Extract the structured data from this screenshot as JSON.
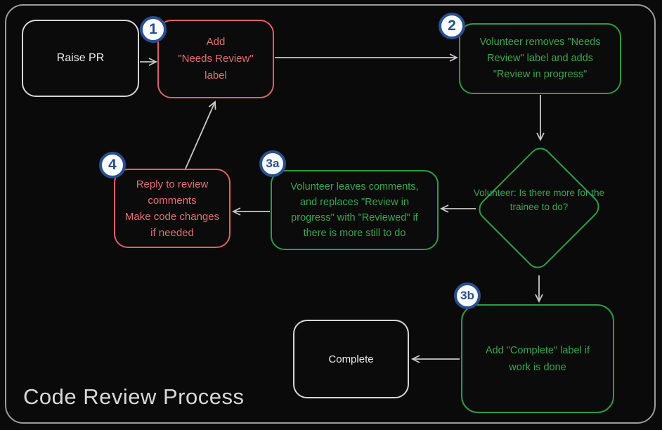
{
  "title": "Code Review Process",
  "colors": {
    "background": "#0a0a0a",
    "frame_border": "#9c9c9c",
    "white_node": "#d6d6d6",
    "red_node": "#e0646b",
    "green_node": "#2f9f47",
    "badge_blue": "#2a4f8f",
    "arrow_gray": "#c9c9c9"
  },
  "nodes": {
    "raise_pr": {
      "label": "Raise PR"
    },
    "step1": {
      "badge": "1",
      "lines": [
        "Add",
        "\"Needs Review\"",
        "label"
      ]
    },
    "step2": {
      "badge": "2",
      "lines": [
        "Volunteer removes \"Needs",
        "Review\" label and adds",
        "\"Review in progress\""
      ]
    },
    "decision": {
      "lines": [
        "Volunteer:",
        "Is there more for",
        "the trainee to do?"
      ]
    },
    "step3a": {
      "badge": "3a",
      "lines": [
        "Volunteer leaves comments,",
        "and replaces \"Review in",
        "progress\" with \"Reviewed\" if",
        "there is more still to do"
      ]
    },
    "step4": {
      "badge": "4",
      "lines": [
        "Reply to review",
        "comments",
        "Make code changes",
        "if needed"
      ]
    },
    "step3b": {
      "badge": "3b",
      "lines": [
        "Add \"Complete\" label if",
        "work is done"
      ]
    },
    "complete": {
      "label": "Complete"
    }
  }
}
